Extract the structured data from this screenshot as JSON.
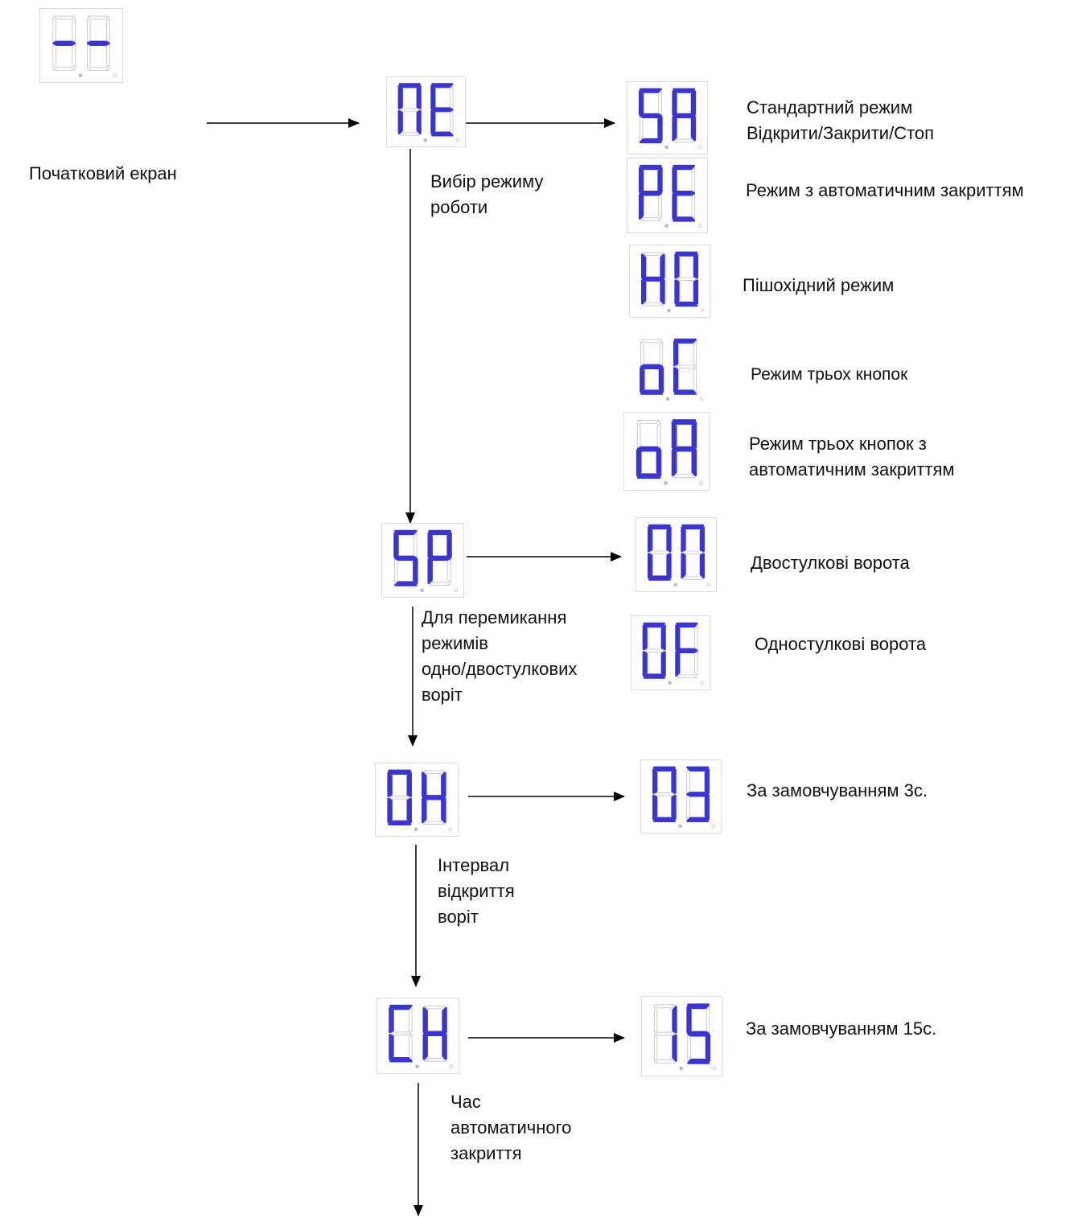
{
  "colors": {
    "segment_on": "#3a34d6",
    "segment_off": "#c8c8c8",
    "arrow": "#000000"
  },
  "initial": {
    "code": "--",
    "label": "Початковий екран"
  },
  "menus": [
    {
      "id": "mode",
      "code": "nE",
      "caption": "Вибір режиму\nроботи",
      "options": [
        {
          "code": "SA",
          "label": "Стандартний режим\nВідкрити/Закрити/Стоп"
        },
        {
          "code": "PE",
          "label": "Режим з автоматичним закриттям"
        },
        {
          "code": "HO",
          "label": "Пішохідний режим"
        },
        {
          "code": "oC",
          "label": "Режим трьох кнопок"
        },
        {
          "code": "oA",
          "label": "Режим трьох кнопок з\nавтоматичним закриттям"
        }
      ]
    },
    {
      "id": "leaves",
      "code": "SP",
      "caption": "Для перемикання\nрежимів\nодно/двостулкових\nворіт",
      "options": [
        {
          "code": "On",
          "label": "Двостулкові ворота"
        },
        {
          "code": "OF",
          "label": "Одностулкові ворота"
        }
      ]
    },
    {
      "id": "open-interval",
      "code": "OH",
      "caption": "Інтервал\nвідкриття\nворіт",
      "options": [
        {
          "code": "03",
          "label": "За замовчуванням 3с."
        }
      ]
    },
    {
      "id": "auto-close",
      "code": "CH",
      "caption": "Час\nавтоматичного\nзакриття",
      "options": [
        {
          "code": "15",
          "label": "За замовчуванням 15с."
        }
      ]
    }
  ]
}
